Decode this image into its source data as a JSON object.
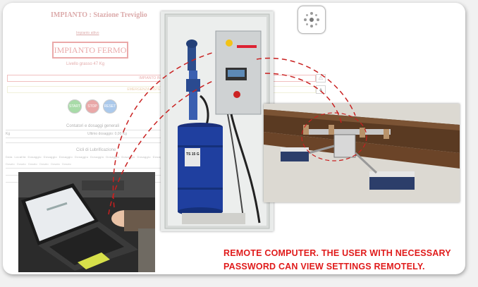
{
  "dashboard": {
    "title": "IMPIANTO : Stazione Treviglio",
    "subtitle": "Impianto attivo",
    "status": "IMPIANTO FERMO",
    "level": "Livello grasso 47 Kg",
    "alarm_main": "IMPIANTO IN EMERGENZA",
    "alarm_second": "EMERGENZA SISTEMA LUBRIFICAZIONE",
    "controls": {
      "start": "START",
      "stop": "STOP",
      "reset": "RESET"
    },
    "general_section": "Contatori e dosaggi generali",
    "general_row_label": "Kg",
    "general_row_value": "Ultimo dosaggio: 0,00 Kg",
    "cycles_section": "Cicli di Lubrificazione",
    "table_header": [
      "Data",
      "Località",
      "Dosaggio",
      "Dosaggio",
      "Dosaggio",
      "Dosaggio",
      "Dosaggio",
      "Dosaggio",
      "Dosaggio",
      "Dosaggio",
      "Dosaggio"
    ],
    "table_cells": [
      "Dosato",
      "Dosato",
      "Dosato",
      "Dosato",
      "Dosato",
      "Dosato"
    ]
  },
  "drum_label": "TS 15 G",
  "caption": {
    "line1": "REMOTE COMPUTER. THE USER WITH NECESSARY",
    "line2": "PASSWORD CAN VIEW SETTINGS REMOTELY."
  },
  "colors": {
    "caption": "#e01b1b",
    "status": "#cc3333",
    "drum": "#1f3f9f",
    "dash_line": "#c92020"
  }
}
